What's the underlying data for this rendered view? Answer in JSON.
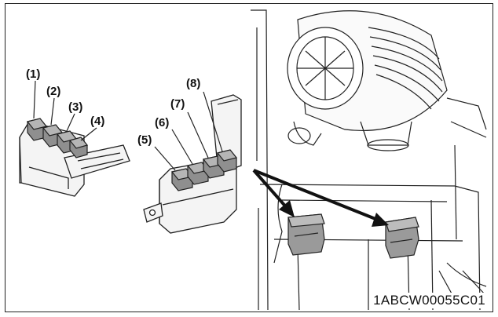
{
  "callouts": {
    "c1": "(1)",
    "c2": "(2)",
    "c3": "(3)",
    "c4": "(4)",
    "c5": "(5)",
    "c6": "(6)",
    "c7": "(7)",
    "c8": "(8)"
  },
  "figure_code": "1ABCW00055C01",
  "colors": {
    "line": "#222222",
    "relay_fill": "#8f8f8f",
    "relay_dark": "#5e5e5e",
    "housing": "#f4f4f4"
  }
}
